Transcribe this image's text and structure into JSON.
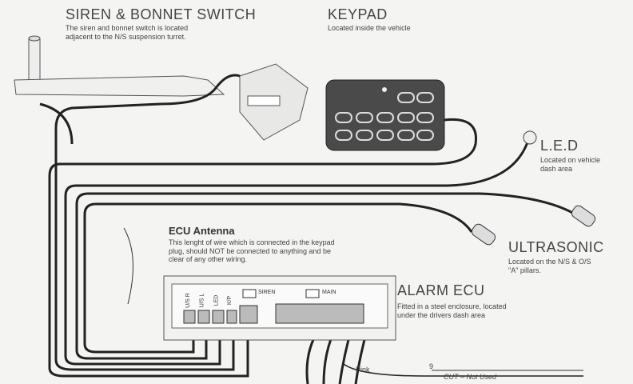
{
  "siren": {
    "title": "SIREN & BONNET SWITCH",
    "desc1": "The siren and bonnet switch is located",
    "desc2": "adjacent to the N/S suspension turret."
  },
  "keypad": {
    "title": "KEYPAD",
    "desc": "Located inside the vehicle"
  },
  "led": {
    "title": "L.E.D",
    "desc1": "Located on vehicle",
    "desc2": "dash area"
  },
  "ultrasonic": {
    "title": "ULTRASONIC",
    "desc1": "Located on the N/S & O/S",
    "desc2": "\"A\" pillars."
  },
  "antenna": {
    "title": "ECU Antenna",
    "desc1": "This lenght of wire which is connected in the keypad",
    "desc2": "plug, should NOT be connected to anything and be",
    "desc3": "clear of any other wiring."
  },
  "ecu": {
    "title": "ALARM ECU",
    "desc1": "Fitted in a steel enclosure, located",
    "desc2": "under the drivers dash area",
    "siren_label": "SIREN",
    "main_label": "MAIN",
    "ports": [
      "U/S R",
      "U/S L",
      "LED",
      "K/P"
    ]
  },
  "wire": {
    "color_label": "Pink",
    "pin": "9",
    "note": "CUT – Not Used"
  }
}
